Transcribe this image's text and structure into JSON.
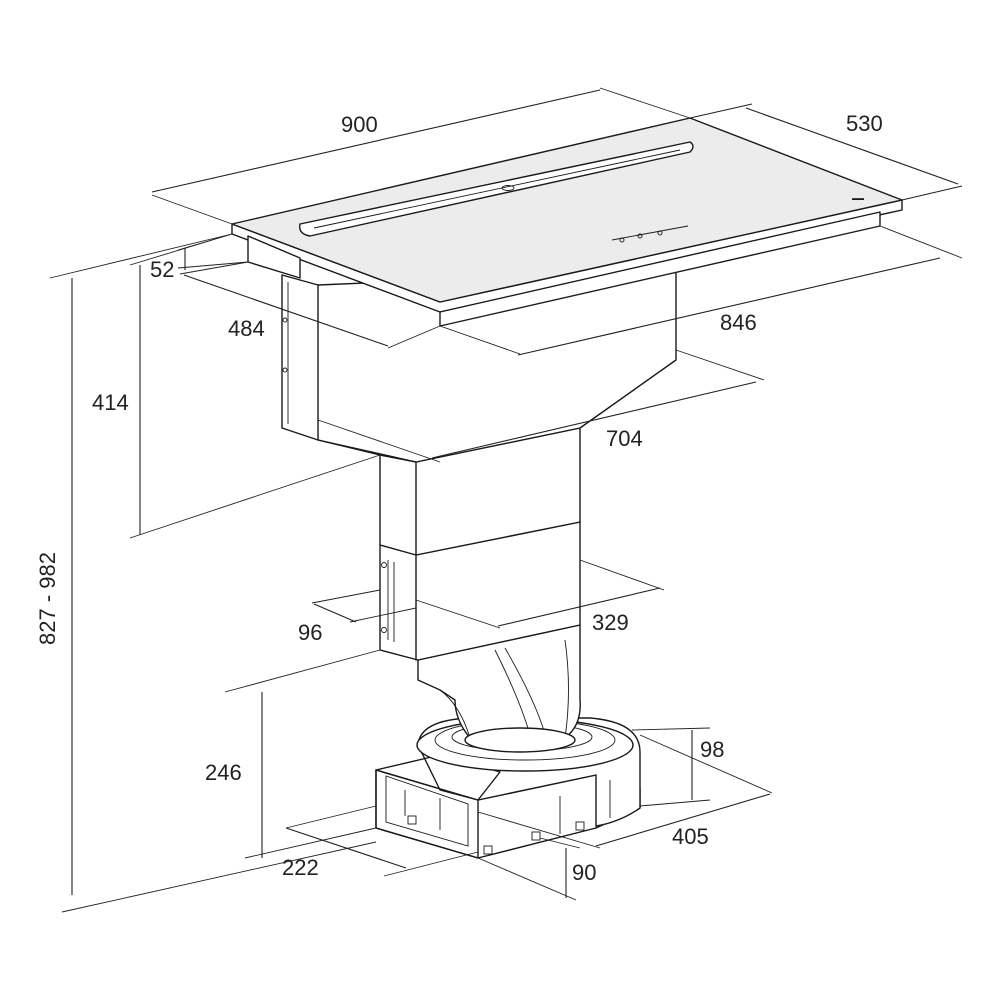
{
  "colors": {
    "line": "#1a1a1a",
    "glass_top": "#ececec",
    "background": "#ffffff"
  },
  "dimensions": {
    "width_total": "900",
    "depth_total": "530",
    "glass_thickness": "52",
    "depth_cutout": "484",
    "width_cutout": "846",
    "housing_height": "414",
    "housing_width": "704",
    "total_height": "827 - 982",
    "duct_offset": "96",
    "duct_width": "329",
    "motor_height": "246",
    "motor_box_height": "98",
    "motor_depth": "405",
    "outlet_width": "222",
    "outlet_height": "90"
  }
}
